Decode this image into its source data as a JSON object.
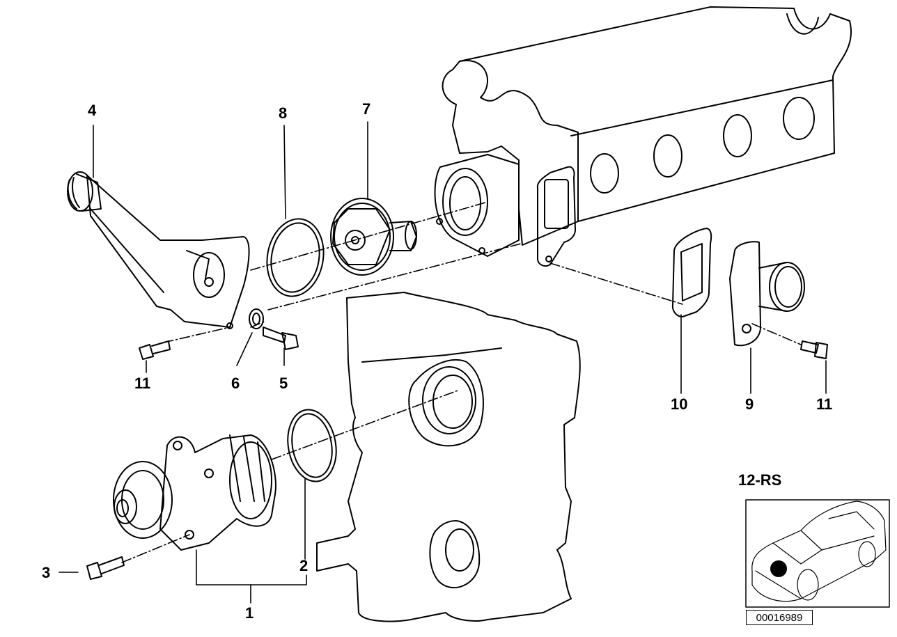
{
  "diagram": {
    "section_code": "12-RS",
    "reference_number": "00016989",
    "callouts": {
      "c1": "1",
      "c2": "2",
      "c3": "3",
      "c4": "4",
      "c5": "5",
      "c6": "6",
      "c7": "7",
      "c8": "8",
      "c9": "9",
      "c10": "10",
      "c11a": "11",
      "c11b": "11"
    }
  }
}
